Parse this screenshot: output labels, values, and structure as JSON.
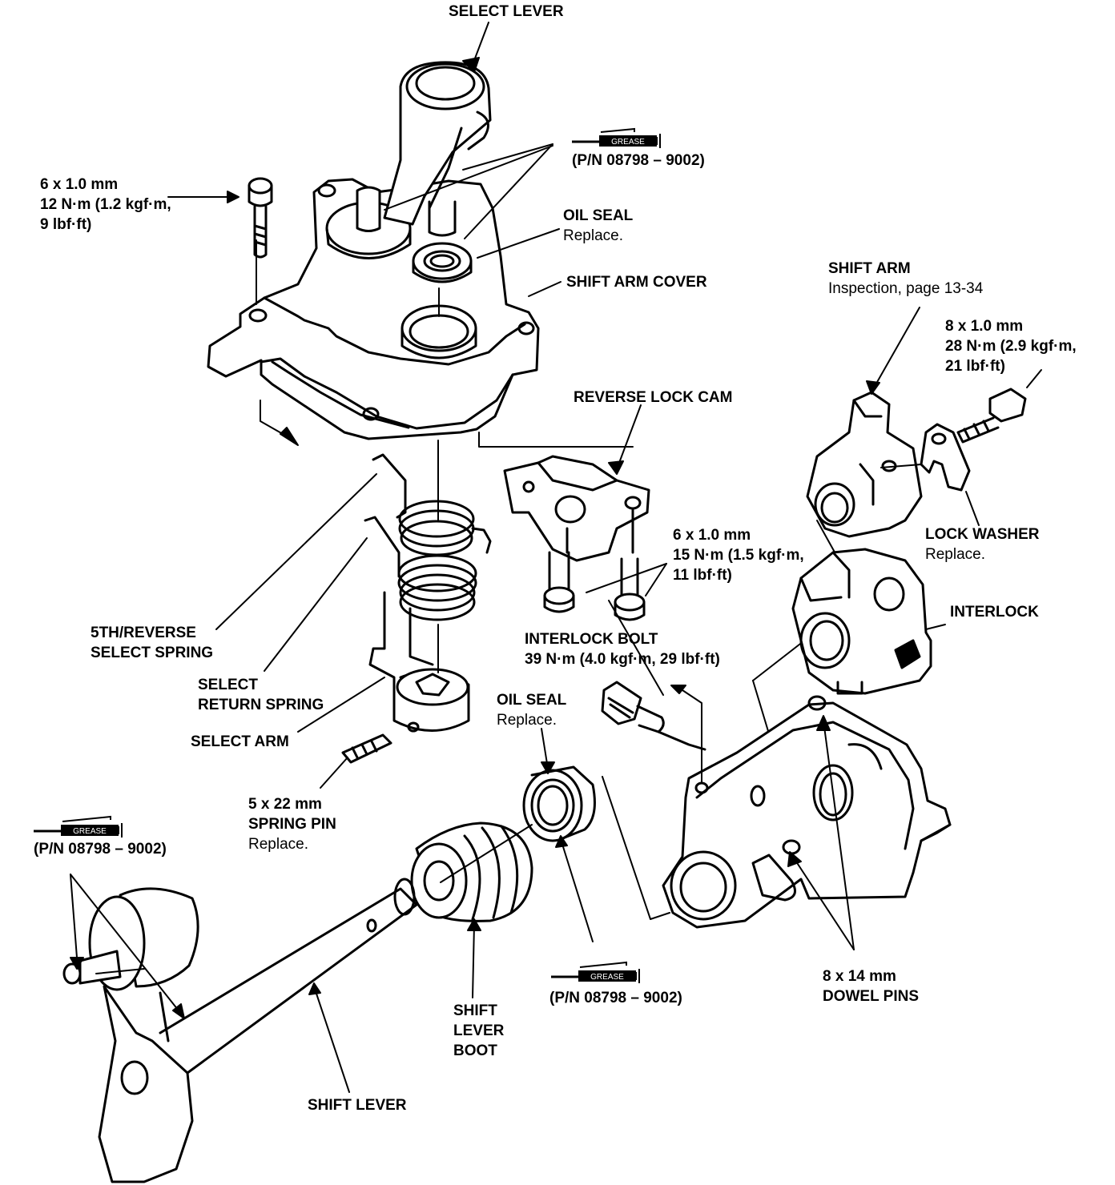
{
  "labels": {
    "select_lever": "SELECT LEVER",
    "grease_top": {
      "badge": "GREASE",
      "part": "(P/N 08798 – 9002)"
    },
    "bolt_6x10_top": {
      "size": "6 x 1.0 mm",
      "torque1": "12 N·m (1.2 kgf·m,",
      "torque2": "9 lbf·ft)"
    },
    "oil_seal_top": {
      "title": "OIL SEAL",
      "note": "Replace."
    },
    "shift_arm_cover": "SHIFT ARM COVER",
    "shift_arm": {
      "title": "SHIFT ARM",
      "note": "Inspection, page 13-34"
    },
    "bolt_8x10": {
      "size": "8 x 1.0 mm",
      "torque1": "28 N·m (2.9 kgf·m,",
      "torque2": "21 lbf·ft)"
    },
    "reverse_lock_cam": "REVERSE LOCK CAM",
    "lock_washer": {
      "title": "LOCK WASHER",
      "note": "Replace."
    },
    "bolt_6x10_mid": {
      "size": "6 x 1.0 mm",
      "torque1": "15 N·m (1.5 kgf·m,",
      "torque2": "11 lbf·ft)"
    },
    "interlock": "INTERLOCK",
    "interlock_bolt": {
      "title": "INTERLOCK BOLT",
      "torque": "39 N·m (4.0 kgf·m, 29 lbf·ft)"
    },
    "fifth_reverse_spring": {
      "line1": "5TH/REVERSE",
      "line2": "SELECT SPRING"
    },
    "select_return_spring": {
      "line1": "SELECT",
      "line2": "RETURN SPRING"
    },
    "select_arm": "SELECT ARM",
    "oil_seal_mid": {
      "title": "OIL SEAL",
      "note": "Replace."
    },
    "spring_pin": {
      "size": "5 x 22 mm",
      "title": "SPRING PIN",
      "note": "Replace."
    },
    "grease_left": {
      "badge": "GREASE",
      "part": "(P/N 08798 – 9002)"
    },
    "shift_lever_boot": {
      "line1": "SHIFT",
      "line2": "LEVER",
      "line3": "BOOT"
    },
    "grease_bottom": {
      "badge": "GREASE",
      "part": "(P/N 08798 – 9002)"
    },
    "dowel_pins": {
      "size": "8 x 14 mm",
      "title": "DOWEL PINS"
    },
    "shift_lever": "SHIFT LEVER"
  }
}
